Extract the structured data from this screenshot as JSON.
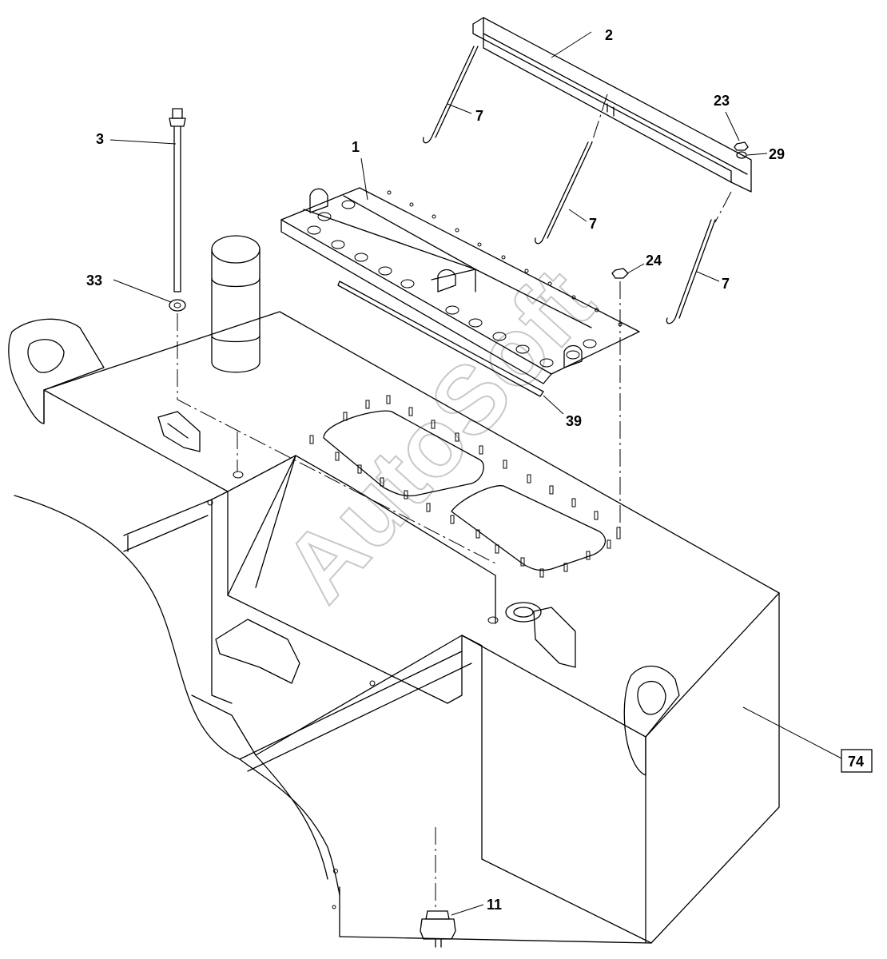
{
  "callouts": {
    "c1": "1",
    "c2": "2",
    "c3": "3",
    "c7a": "7",
    "c7b": "7",
    "c7c": "7",
    "c11": "11",
    "c23": "23",
    "c24": "24",
    "c29": "29",
    "c33": "33",
    "c39": "39",
    "c74": "74"
  },
  "watermark": "AutoSoft"
}
